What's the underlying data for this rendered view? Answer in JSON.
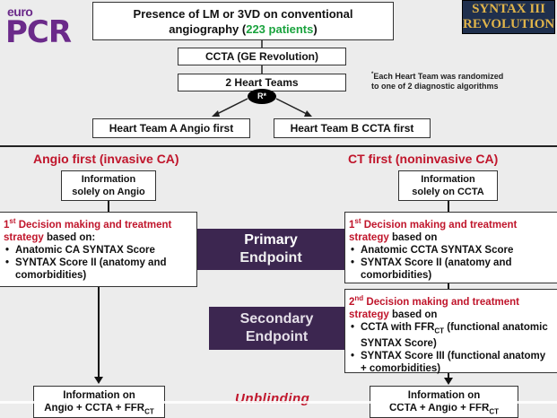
{
  "logos": {
    "europcr_small": "euro",
    "europcr_big": "PCR",
    "syntax_line1": "SYNTAX III",
    "syntax_line2": "REVOLUTION"
  },
  "top": {
    "line1": "Presence of LM or 3VD on conventional",
    "line2_prefix": "angiography (",
    "line2_highlight": "223 patients",
    "line2_suffix": ")"
  },
  "ccta_box": "CCTA (GE Revolution)",
  "teams_box": "2 Heart Teams",
  "randomization_label": "R*",
  "note": {
    "mark": "*",
    "line1": "Each Heart Team was randomized",
    "line2": "to one of 2 diagnostic algorithms"
  },
  "team_a": "Heart Team A Angio first",
  "team_b": "Heart Team B CCTA first",
  "left": {
    "title": "Angio first (invasive CA)",
    "info_line1": "Information",
    "info_line2": "solely on Angio",
    "decision_num": "1",
    "decision_sup": "st",
    "decision_text1": " Decision making and treatment",
    "decision_text2": "strategy",
    "decision_text3": " based on:",
    "bullets": [
      "Anatomic CA SYNTAX Score",
      "SYNTAX Score II (anatomy and comorbidities)"
    ],
    "bottom_line1": "Information on",
    "bottom_line2_prefix": "Angio + CCTA + FFR",
    "bottom_line2_sub": "CT"
  },
  "right": {
    "title": "CT first (noninvasive CA)",
    "info_line1": "Information",
    "info_line2": "solely on CCTA",
    "decision1_num": "1",
    "decision1_sup": "st",
    "decision1_text1": " Decision making and treatment",
    "decision1_text2": "strategy",
    "decision1_text3": " based on",
    "bullets1": [
      "Anatomic CCTA SYNTAX Score",
      "SYNTAX Score II (anatomy and comorbidities)"
    ],
    "decision2_num": "2",
    "decision2_sup": "nd",
    "decision2_text1": " Decision making and treatment",
    "decision2_text2": "strategy",
    "decision2_text3": " based on",
    "bullet2a_prefix": "CCTA with FFR",
    "bullet2a_sub": "CT",
    "bullet2a_suffix": " (functional anatomic SYNTAX Score)",
    "bullet2b": "SYNTAX Score III (functional anatomy + comorbidities)",
    "bottom_line1": "Information on",
    "bottom_line2_prefix": "CCTA + Angio + FFR",
    "bottom_line2_sub": "CT"
  },
  "primary_endpoint": {
    "line1": "Primary",
    "line2": "Endpoint"
  },
  "secondary_endpoint": {
    "line1": "Secondary",
    "line2": "Endpoint"
  },
  "unblinding": "Unblinding",
  "colors": {
    "accent_red": "#c0152b",
    "highlight_green": "#1aa33e",
    "endpoint_band": "#3c2650",
    "brand_purple": "#6b2a8a"
  }
}
